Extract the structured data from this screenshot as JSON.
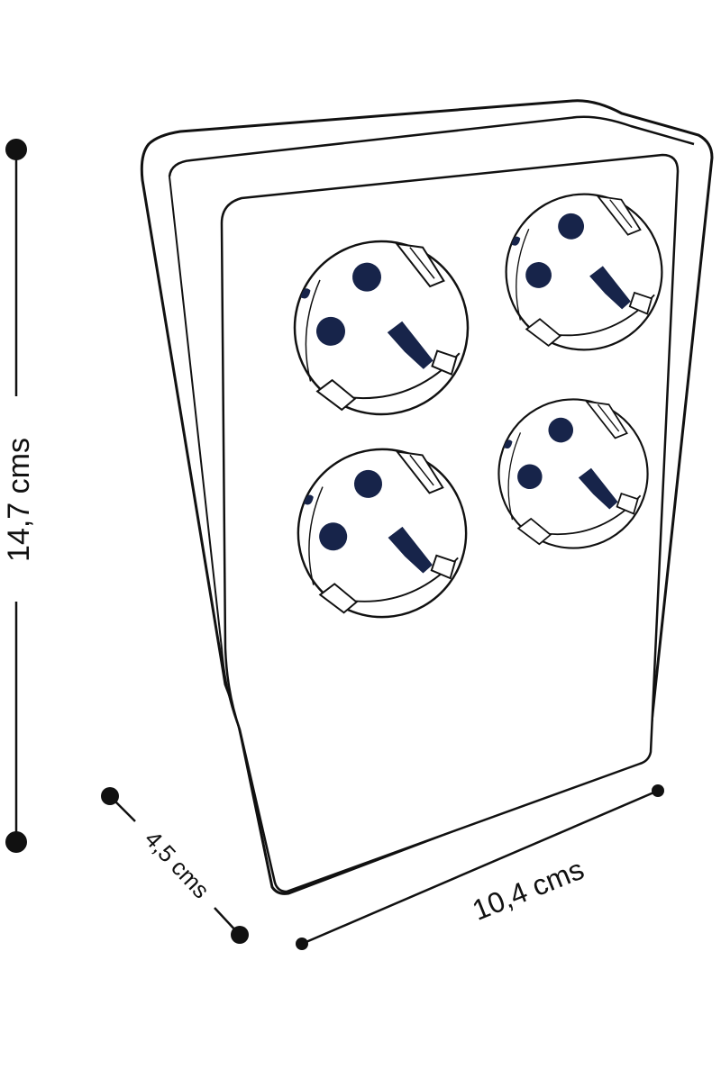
{
  "dimensions": {
    "height": {
      "label": "14,7 cms"
    },
    "depth": {
      "label": "4,5 cms"
    },
    "width": {
      "label": "10,4 cms"
    }
  },
  "product": {
    "socket_count": 4
  },
  "colors": {
    "line": "#111111",
    "pin_holes": "#17244a",
    "background": "#ffffff"
  }
}
